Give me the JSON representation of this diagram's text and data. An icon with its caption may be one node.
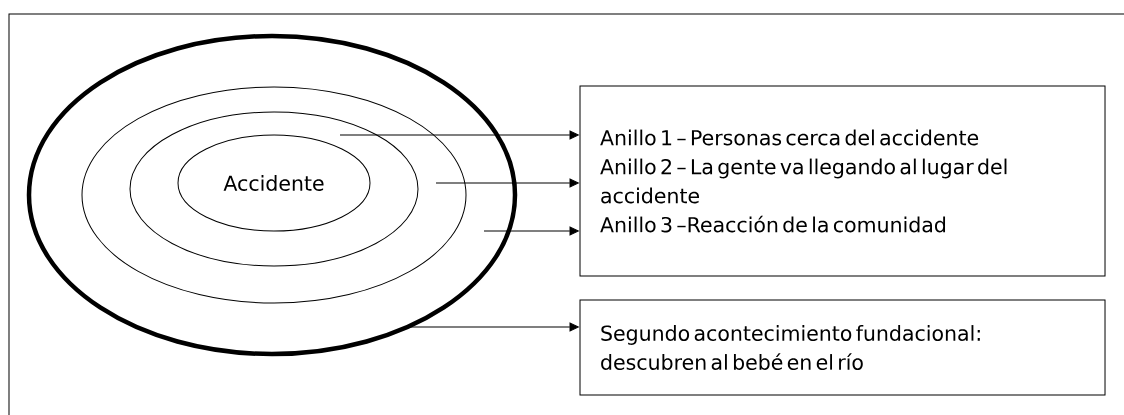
{
  "diagram": {
    "nodes": [
      {
        "text": [],
        "shape": "ellipse"
      },
      {
        "text": [],
        "shape": "ellipse",
        "in": 0
      },
      {
        "text": [],
        "shape": "ellipse",
        "in": 1
      },
      {
        "text": [
          "Accidente"
        ],
        "in": 2
      },
      {
        "text": [
          "Anillo 1 – Personas cerca del accidente",
          "Anillo 2 – La gente va llegando al lugar del accidente",
          "Anillo 3 –Reacción de la comunidad"
        ]
      },
      {
        "text": [
          "Segundo acontecimiento fundacional: descubren al bebé en el río"
        ]
      }
    ],
    "edges": [
      {
        "from": 2,
        "to": 4,
        "arrow": "to"
      },
      {
        "from": 1,
        "to": 4,
        "arrow": "to"
      },
      {
        "from": 0,
        "to": 4,
        "arrow": "to"
      },
      {
        "from": 0,
        "to": 5,
        "arrow": "to"
      }
    ]
  }
}
